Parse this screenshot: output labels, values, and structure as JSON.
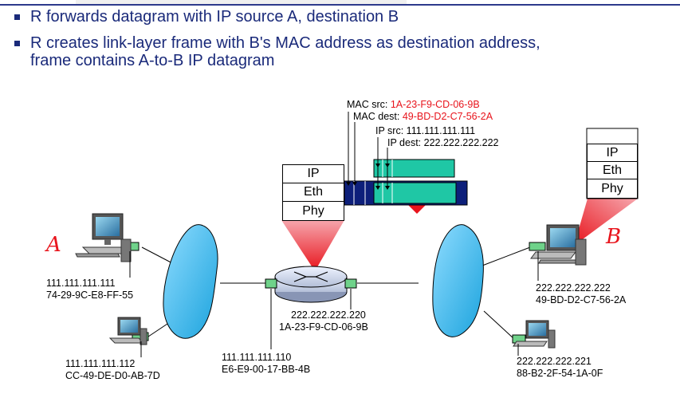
{
  "bullets": [
    "R forwards datagram with IP source A, destination B",
    "R creates link-layer frame with B's MAC address as destination address,\nframe contains A-to-B IP datagram"
  ],
  "frame": {
    "mac_src_label": "MAC src: ",
    "mac_src_value": "1A-23-F9-CD-06-9B",
    "mac_dest_label": "MAC dest: ",
    "mac_dest_value": "49-BD-D2-C7-56-2A",
    "ip_src": "IP src: 111.111.111.111",
    "ip_dest": "IP dest: 222.222.222.222"
  },
  "router_stack": [
    "IP",
    "Eth",
    "Phy"
  ],
  "host_b_stack": [
    "IP",
    "Eth",
    "Phy"
  ],
  "host_a": {
    "name": "A",
    "ip": "111.111.111.111",
    "mac": "74-29-9C-E8-FF-55"
  },
  "host_a2": {
    "ip": "111.111.111.112",
    "mac": "CC-49-DE-D0-AB-7D"
  },
  "router_left": {
    "ip": "111.111.111.110",
    "mac": "E6-E9-00-17-BB-4B"
  },
  "router_right": {
    "ip": "222.222.222.220",
    "mac": "1A-23-F9-CD-06-9B"
  },
  "host_b": {
    "name": "B",
    "ip": "222.222.222.222",
    "mac": "49-BD-D2-C7-56-2A"
  },
  "host_b2": {
    "ip": "222.222.222.221",
    "mac": "88-B2-2F-54-1A-0F"
  },
  "colors": {
    "frame": "#0d1f7a",
    "datagram": "#1fc7a5",
    "accent": "#e8141c",
    "cloud": "#2fb4e8",
    "text_blue": "#1a2a7a"
  }
}
